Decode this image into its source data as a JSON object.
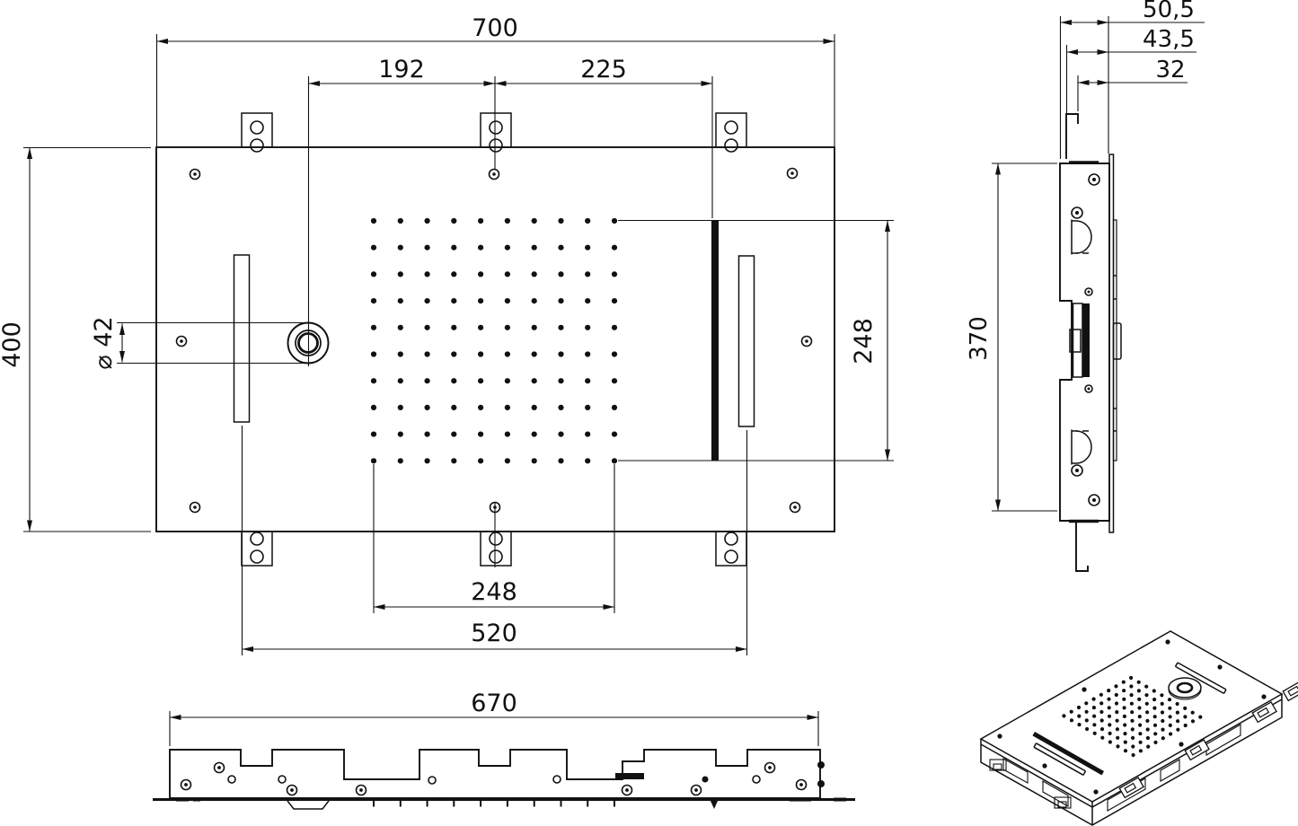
{
  "front_view": {
    "dim_width": "700",
    "dim_inlet_offset": "192",
    "dim_blade_offset": "225",
    "dim_height": "400",
    "dim_inlet_diameter": "⌀ 42",
    "dim_nozzle_field": "248",
    "dim_blade_span": "248",
    "dim_mount_span": "520",
    "nozzle_grid": {
      "rows": 10,
      "cols": 10
    }
  },
  "side_view": {
    "dim_depth_total": "50,5",
    "dim_depth_mid": "43,5",
    "dim_depth_inner": "32",
    "dim_height": "370"
  },
  "bottom_view": {
    "dim_width": "670"
  },
  "colors": {
    "line": "#111111",
    "background": "#ffffff"
  }
}
